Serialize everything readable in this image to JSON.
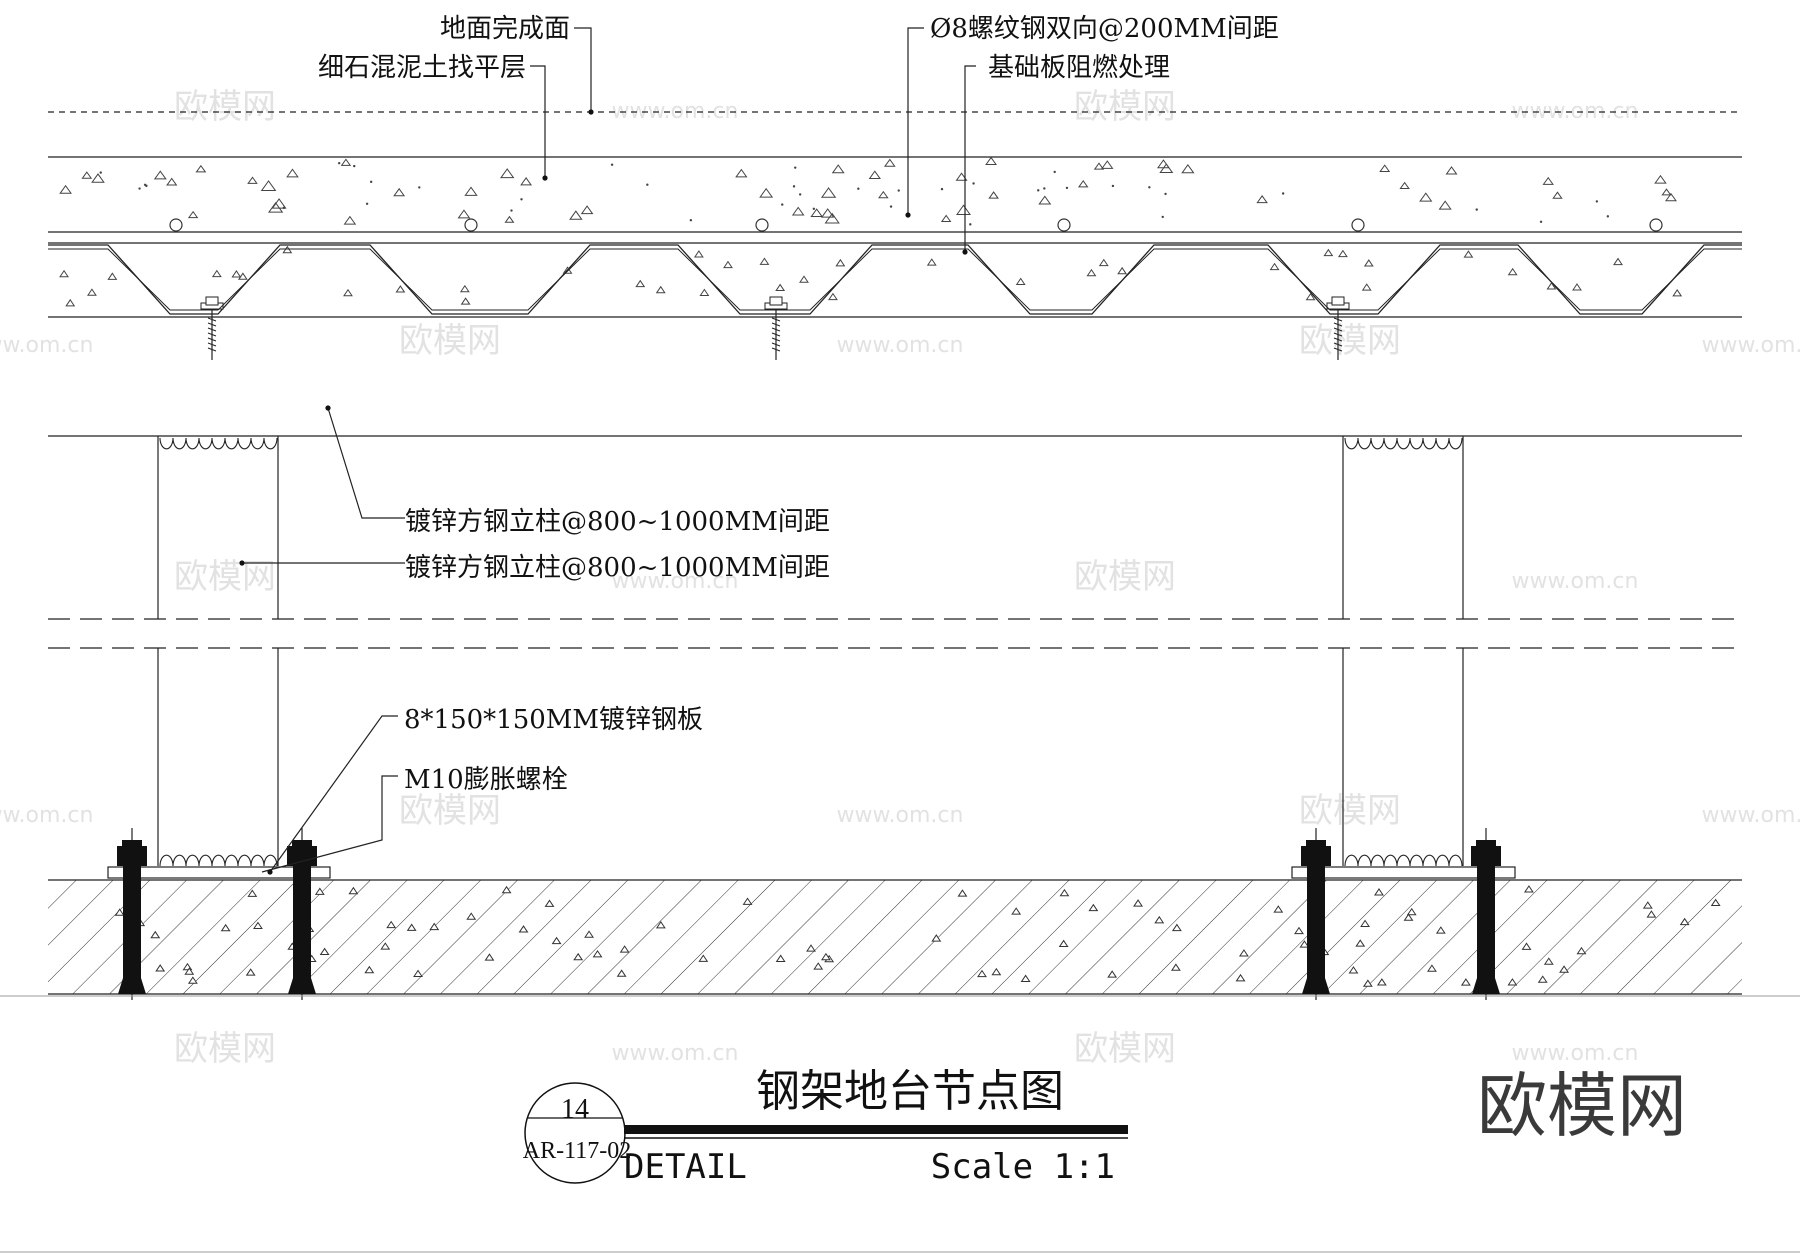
{
  "labels": {
    "floor_finish": "地面完成面",
    "screed_layer": "细石混泥土找平层",
    "rebar": "Ø8螺纹钢双向@200MM间距",
    "base_board": "基础板阻燃处理",
    "column_1": "镀锌方钢立柱@800~1000MM间距",
    "column_2": "镀锌方钢立柱@800~1000MM间距",
    "plate": "8*150*150MM镀锌钢板",
    "bolt": "M10膨胀螺栓"
  },
  "title_block": {
    "title": "钢架地台节点图",
    "detail_number": "14",
    "sheet_ref": "AR-117-02",
    "detail_word": "DETAIL",
    "scale": "Scale 1:1"
  },
  "watermark": {
    "brand": "欧模网",
    "site": "www.om.cn"
  },
  "colors": {
    "line": "#111111",
    "watermark": "#e2e2e2",
    "brand": "#3a3a3a"
  }
}
